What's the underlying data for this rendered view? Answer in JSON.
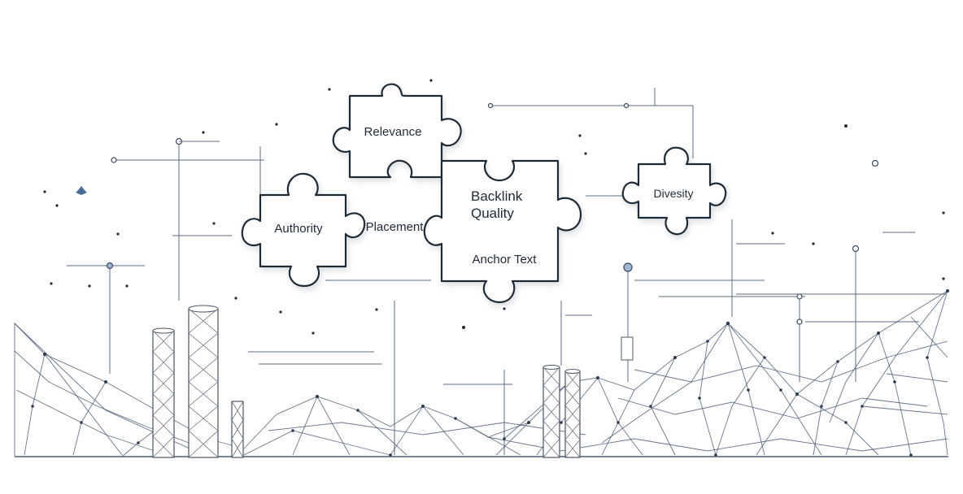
{
  "diagram": {
    "pieces": [
      {
        "id": "relevance",
        "label": "Relevance"
      },
      {
        "id": "authority",
        "label": "Authority"
      },
      {
        "id": "placement",
        "label": "Placement"
      },
      {
        "id": "backlink-quality",
        "label_line1": "Backlink",
        "label_line2": "Quality"
      },
      {
        "id": "anchor-text",
        "label": "Anchor Text"
      },
      {
        "id": "diversity",
        "label": "Divesity"
      }
    ]
  },
  "colors": {
    "ink": "#1f2937",
    "mesh": "#4b5d78",
    "accent": "#9fb8d6"
  }
}
